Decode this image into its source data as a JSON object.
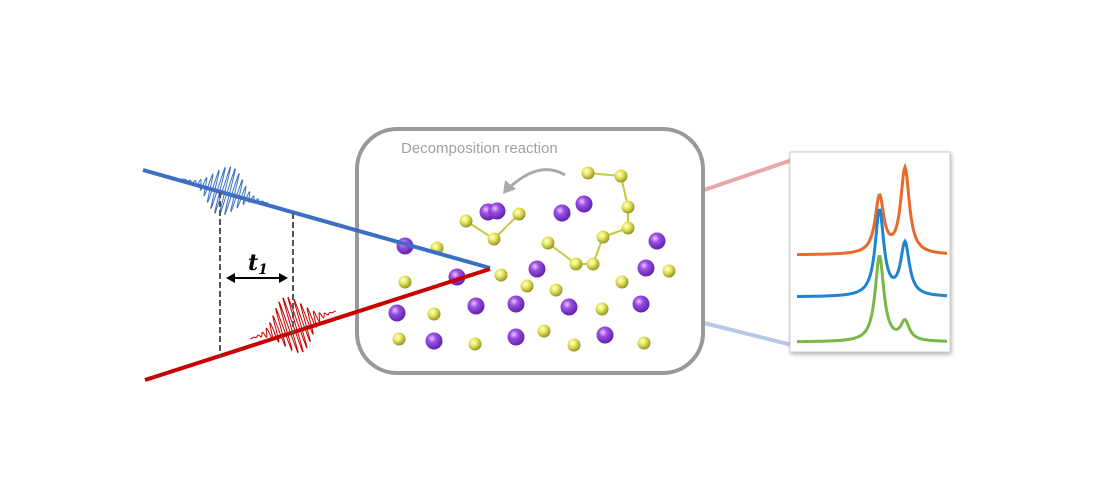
{
  "diagram": {
    "reaction_label": "Decomposition reaction",
    "delay_label": "t",
    "delay_subscript": "1"
  },
  "colors": {
    "pump": "#3a6fc4",
    "probe": "#c80000",
    "box": "#999999",
    "purple_atom": "#8a3fd8",
    "yellow_atom": "#e0e060",
    "spectrum_orange": "#e8692c",
    "spectrum_blue": "#1f85d0",
    "spectrum_green": "#7ab648"
  },
  "spectra": [
    {
      "name": "orange",
      "peaks": [
        {
          "pos": 0.55,
          "amp": 0.6
        },
        {
          "pos": 0.72,
          "amp": 0.9
        }
      ]
    },
    {
      "name": "blue",
      "peaks": [
        {
          "pos": 0.55,
          "amp": 0.9
        },
        {
          "pos": 0.72,
          "amp": 0.55
        }
      ]
    },
    {
      "name": "green",
      "peaks": [
        {
          "pos": 0.55,
          "amp": 0.9
        },
        {
          "pos": 0.72,
          "amp": 0.2
        }
      ]
    }
  ]
}
